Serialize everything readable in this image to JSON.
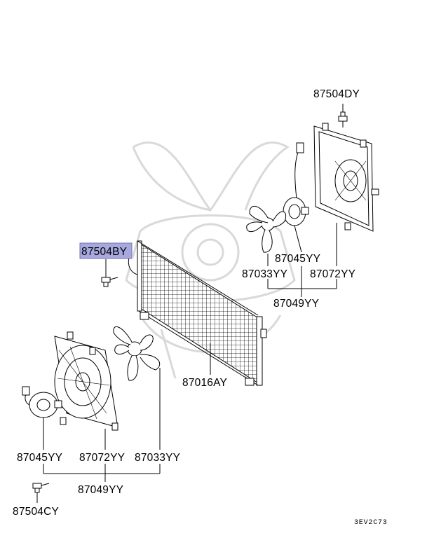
{
  "diagram": {
    "callouts": [
      {
        "id": "upper-bolt",
        "label": "87504DY"
      },
      {
        "id": "left-bolt",
        "label": "87504BY",
        "highlighted": true
      },
      {
        "id": "upper-motor",
        "label": "87045YY"
      },
      {
        "id": "upper-fan",
        "label": "87033YY"
      },
      {
        "id": "upper-shroud",
        "label": "87072YY"
      },
      {
        "id": "upper-assembly",
        "label": "87049YY"
      },
      {
        "id": "condenser",
        "label": "87016AY"
      },
      {
        "id": "lower-motor",
        "label": "87045YY"
      },
      {
        "id": "lower-shroud",
        "label": "87072YY"
      },
      {
        "id": "lower-fan",
        "label": "87033YY"
      },
      {
        "id": "lower-assembly",
        "label": "87049YY"
      },
      {
        "id": "lower-bolt",
        "label": "87504CY"
      }
    ],
    "figure_code": "3EV2C73",
    "highlight_color": "#a7a8dd"
  }
}
